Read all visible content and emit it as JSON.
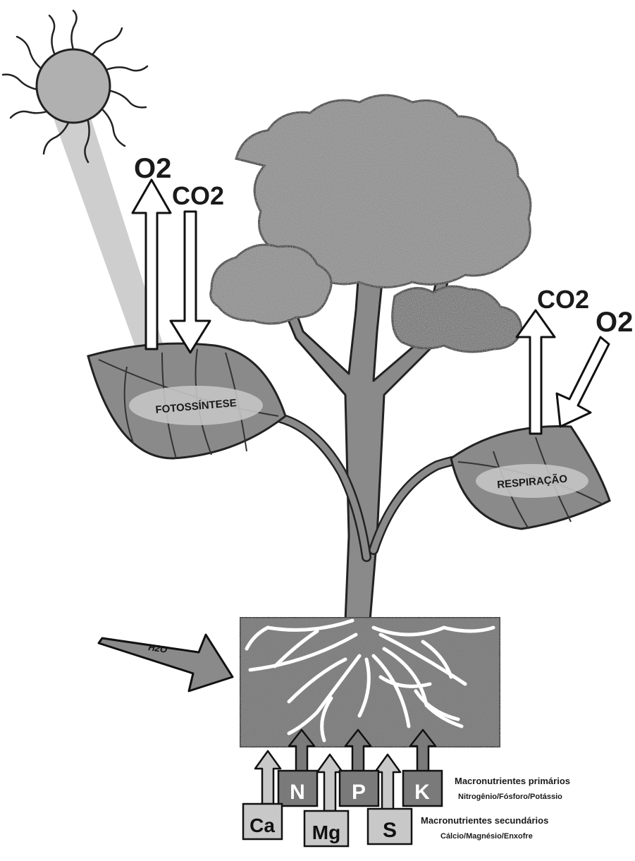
{
  "gases": {
    "left_o2": "O2",
    "left_co2": "CO2",
    "right_co2": "CO2",
    "right_o2": "O2"
  },
  "water": "H2O",
  "processes": {
    "photosynthesis": "FOTOSSÍNTESE",
    "respiration": "RESPIRAÇÃO"
  },
  "nutrients": {
    "primary": [
      "N",
      "P",
      "K"
    ],
    "secondary": [
      "Ca",
      "Mg",
      "S"
    ]
  },
  "legend": {
    "primary_title": "Macronutrientes primários",
    "primary_detail": "Nitrogênio/Fósforo/Potássio",
    "secondary_title": "Macronutrientes secundários",
    "secondary_detail": "Cálcio/Magnésio/Enxofre"
  }
}
